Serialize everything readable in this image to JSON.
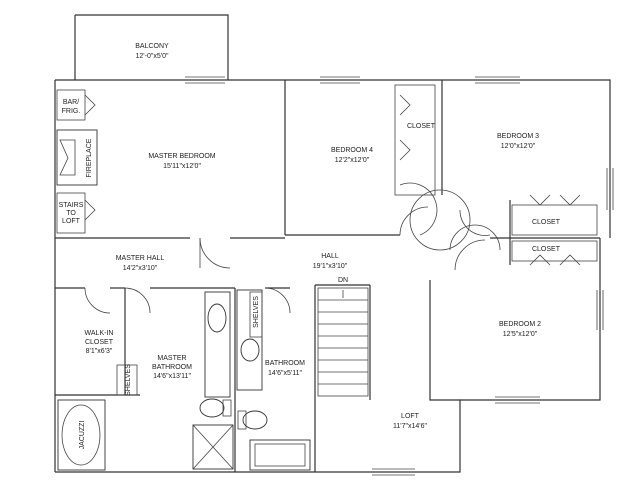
{
  "rooms": {
    "balcony": {
      "name": "BALCONY",
      "dims": "12'-0\"x5'0\""
    },
    "master_bedroom": {
      "name": "MASTER BEDROOM",
      "dims": "15'11\"x12'0\""
    },
    "bedroom4": {
      "name": "BEDROOM 4",
      "dims": "12'2\"x12'0\""
    },
    "bedroom3": {
      "name": "BEDROOM 3",
      "dims": "12'0\"x12'0\""
    },
    "master_hall": {
      "name": "MASTER HALL",
      "dims": "14'2\"x3'10\""
    },
    "hall": {
      "name": "HALL",
      "dims": "19'1\"x3'10\""
    },
    "walkin_closet": {
      "line1": "WALK-IN",
      "line2": "CLOSET",
      "dims": "8'1\"x6'3\""
    },
    "master_bathroom": {
      "line1": "MASTER",
      "line2": "BATHROOM",
      "dims": "14'6\"x13'11\""
    },
    "bathroom": {
      "name": "BATHROOM",
      "dims": "14'6\"x5'11\""
    },
    "bedroom2": {
      "name": "BEDROOM 2",
      "dims": "12'5\"x12'0\""
    },
    "loft": {
      "name": "LOFT",
      "dims": "11'7\"x14'6\""
    }
  },
  "labels": {
    "bar_line1": "BAR/",
    "bar_line2": "FRIG.",
    "fireplace": "FIREPLACE",
    "stairs_line1": "STAIRS",
    "stairs_line2": "TO",
    "stairs_line3": "LOFT",
    "closet_bed4": "CLOSET",
    "closet_bed3": "CLOSET",
    "closet_bed2": "CLOSET",
    "shelves_bath": "SHELVES",
    "shelves_master": "SHELVES",
    "stair_direction": "DN",
    "jacuzzi": "JACUZZI"
  }
}
